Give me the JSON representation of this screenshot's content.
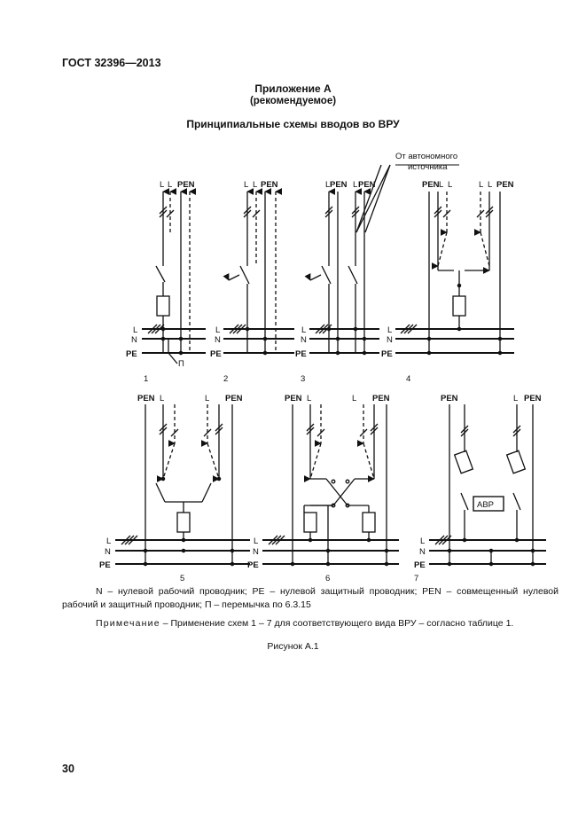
{
  "header": {
    "doc_code": "ГОСТ 32396—2013"
  },
  "appendix": {
    "title": "Приложение А",
    "subtitle": "(рекомендуемое)",
    "heading": "Принципиальные схемы вводов во ВРУ"
  },
  "diagram": {
    "source_label_line1": "От автономного",
    "source_label_line2": "источника",
    "bus_labels": [
      "L",
      "N",
      "PE"
    ],
    "conductor_labels": {
      "L": "L",
      "PEN": "PEN"
    },
    "jumper_label": "П",
    "avr_label": "АВР",
    "scheme_numbers": [
      "1",
      "2",
      "3",
      "4",
      "5",
      "6",
      "7"
    ]
  },
  "legend": "N – нулевой рабочий проводник; PE – нулевой защитный проводник; PEN – совмещенный нулевой рабочий и защитный проводник; П – перемычка по 6.3.15",
  "note": {
    "label": "Примечание",
    "text": " – Применение схем 1 – 7 для соответствующего вида ВРУ – согласно таблице 1."
  },
  "figure_caption": "Рисунок А.1",
  "page_number": "30"
}
